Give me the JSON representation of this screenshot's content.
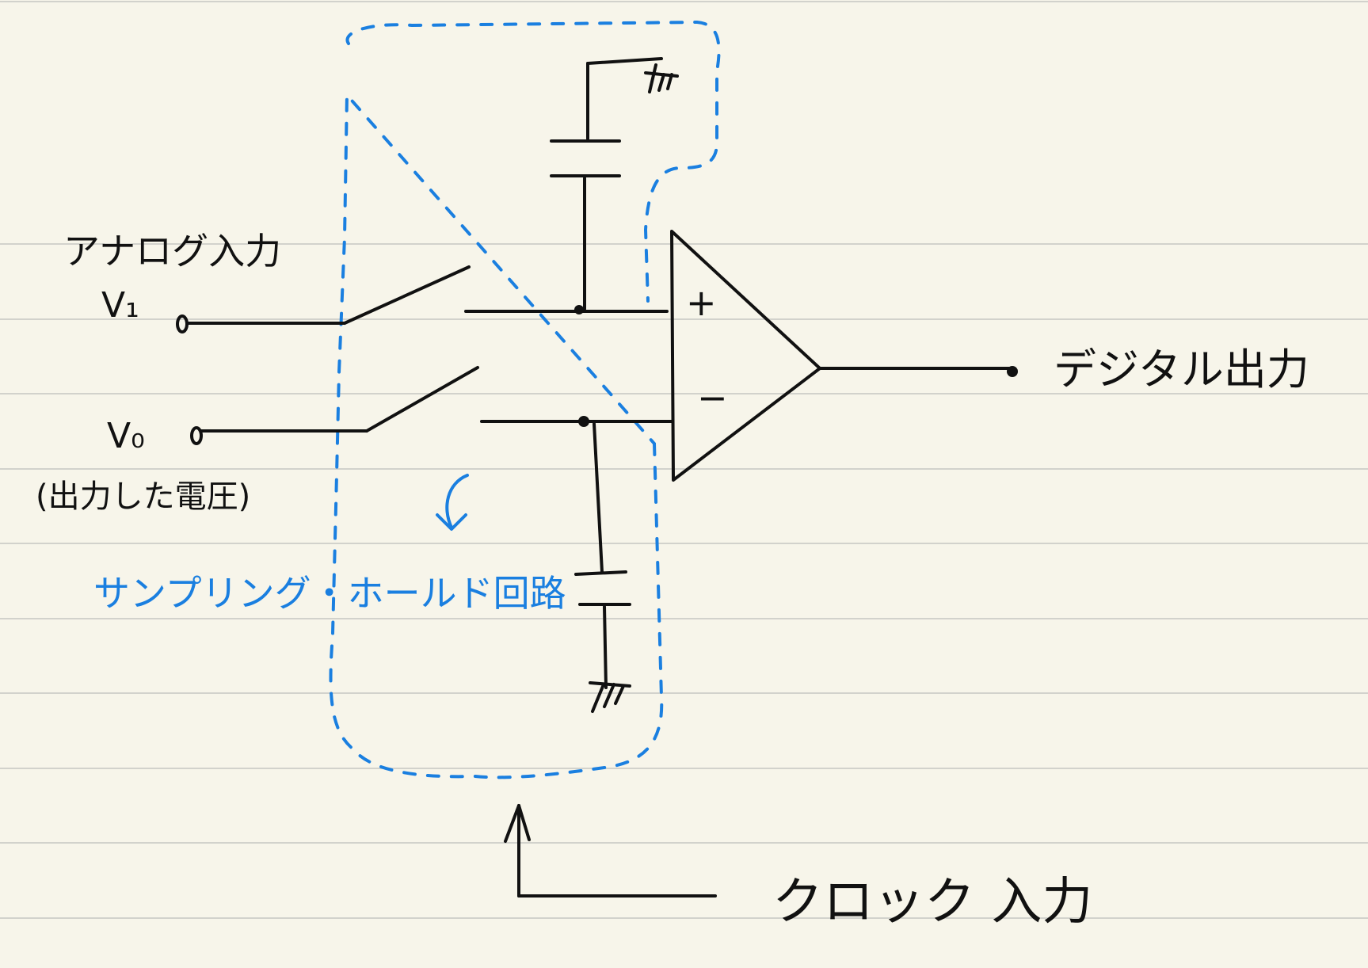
{
  "labels": {
    "analog_input": "アナログ入力",
    "v1": "V₁",
    "v0": "V₀",
    "v0_note": "(出力した電圧)",
    "plus": "+",
    "minus": "−",
    "digital_output": "デジタル出力",
    "sample_hold": "サンプリング・ホールド回路",
    "clock_input": "クロック 入力"
  },
  "colors": {
    "ink": "#111111",
    "highlight": "#1a7fe0",
    "paper": "#f7f5ea",
    "rule": "#d2d2cc"
  }
}
